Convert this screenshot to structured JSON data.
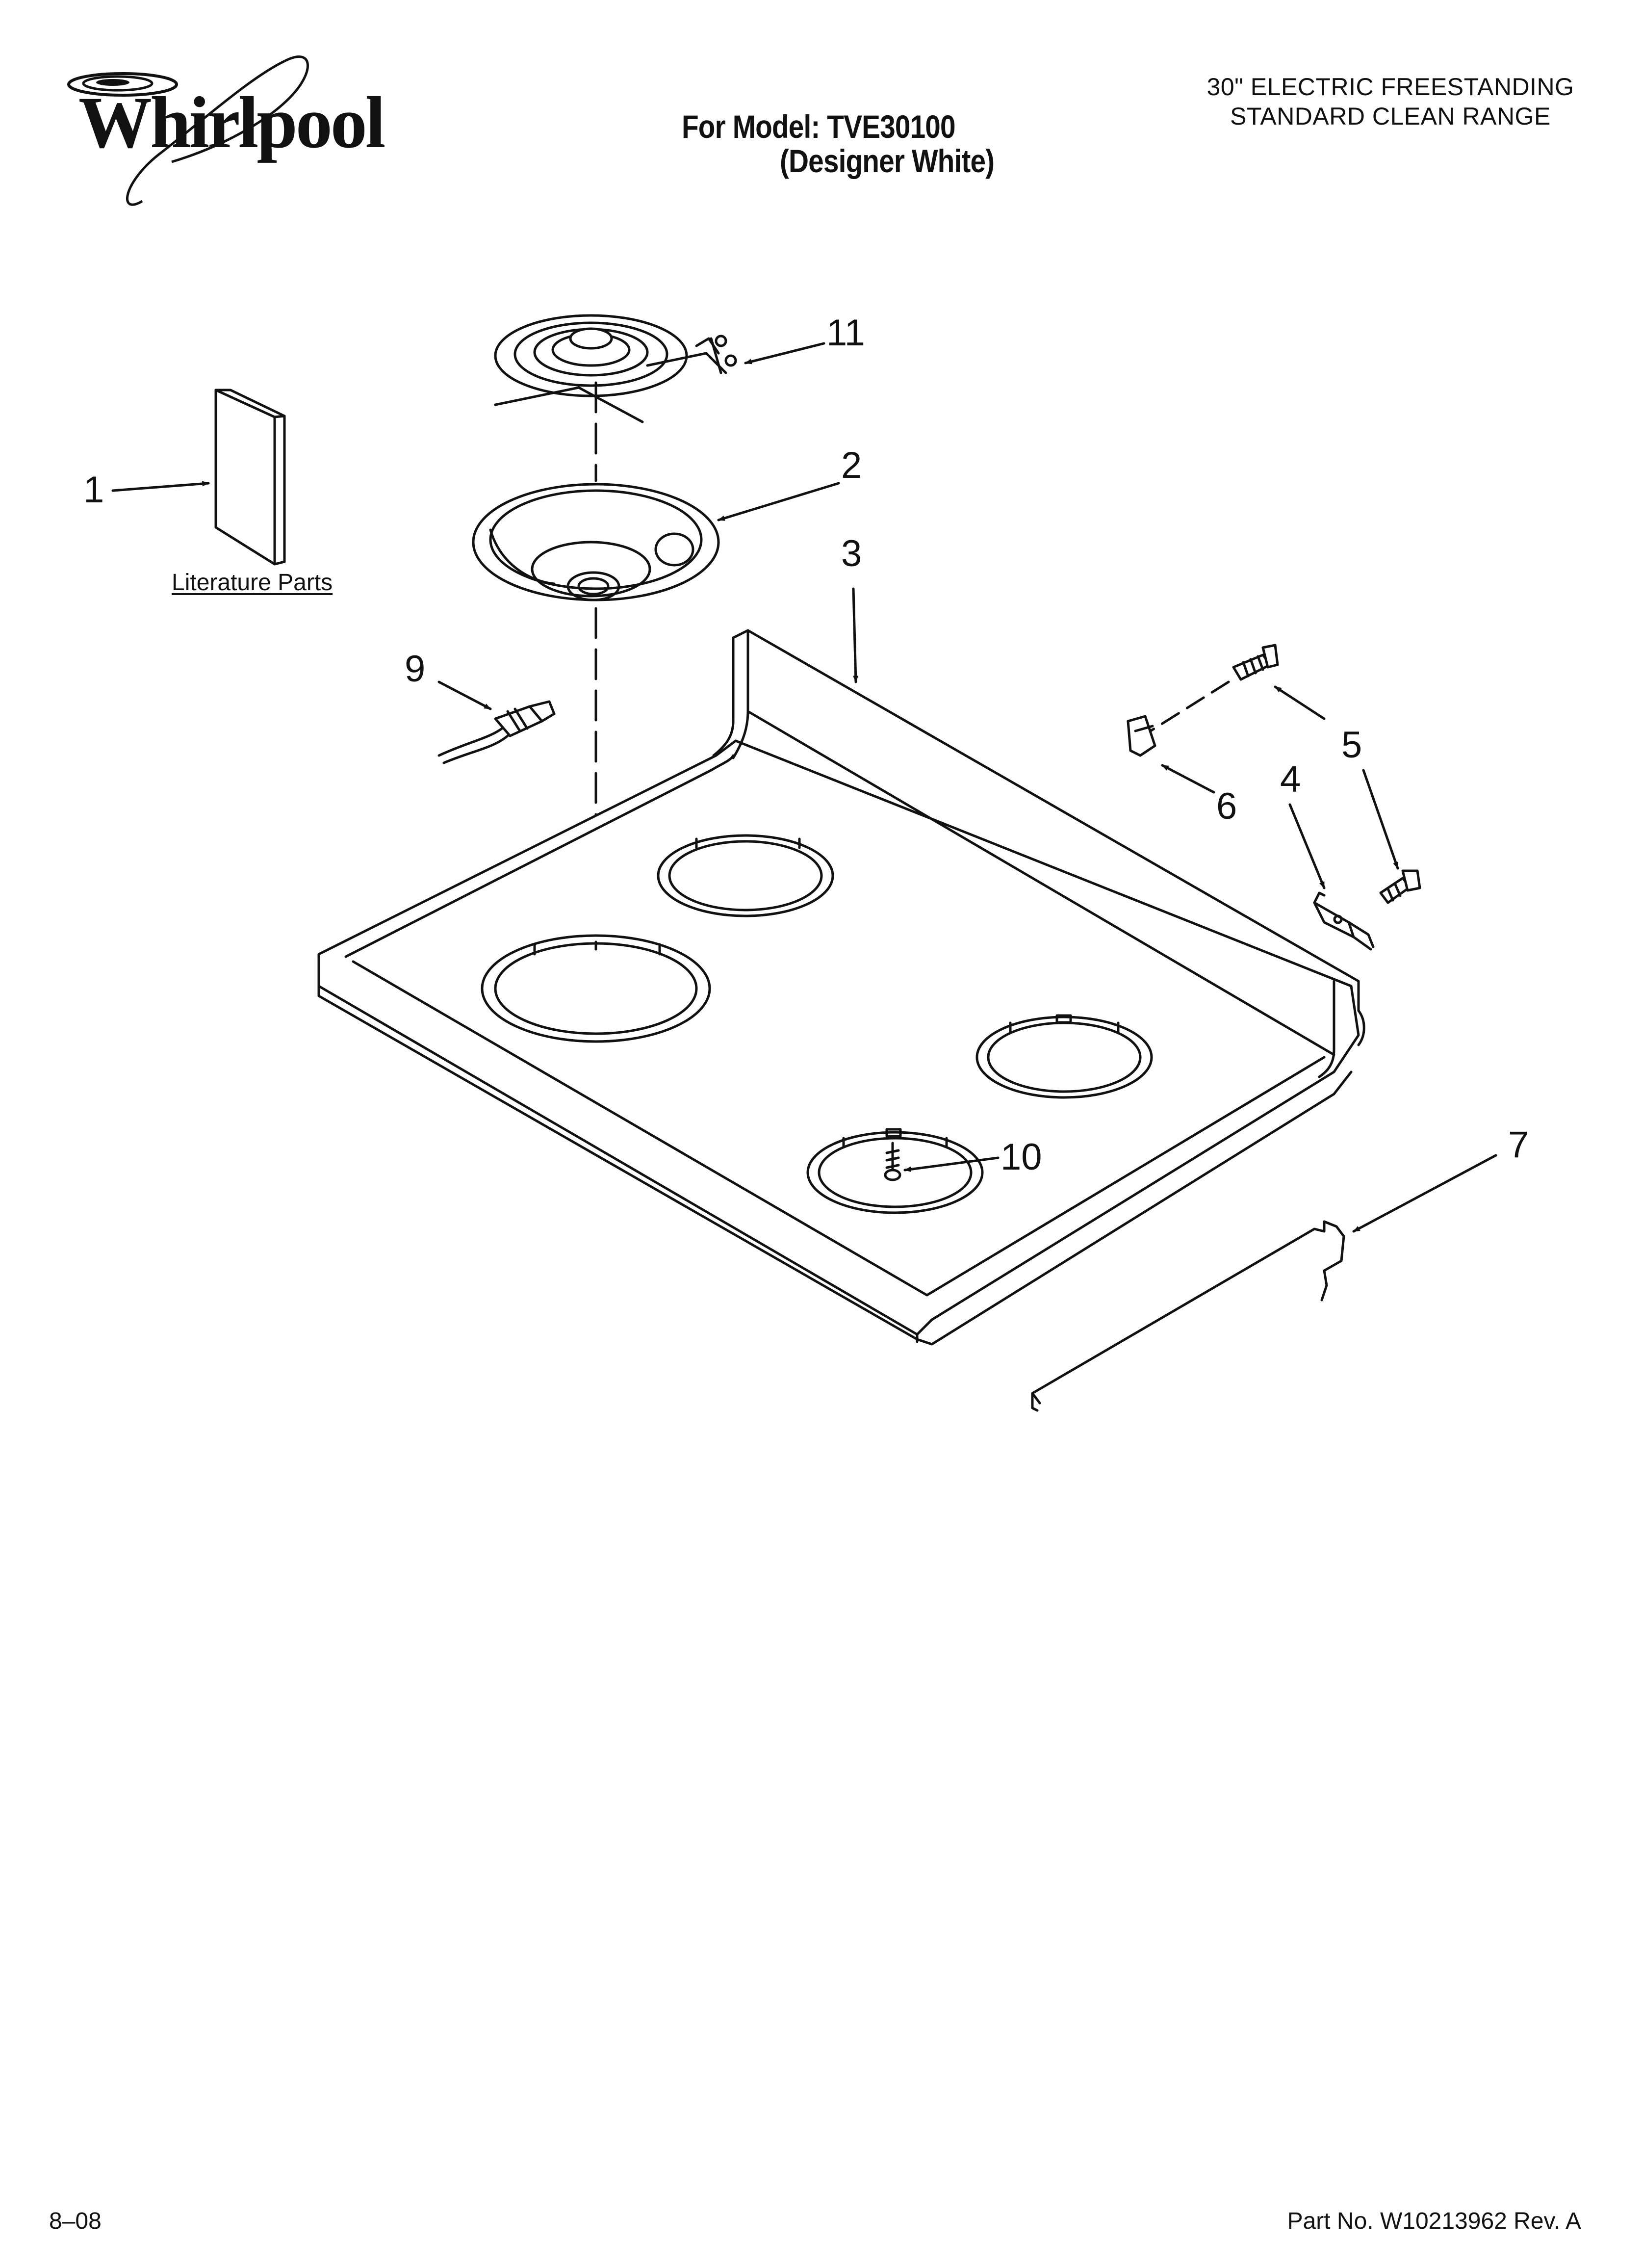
{
  "brand": {
    "logo_text": "Whirlpool"
  },
  "header": {
    "model_label": "For Model: TVE30100",
    "model_variant": "(Designer White)",
    "title_line_1": "30\" ELECTRIC FREESTANDING",
    "title_line_2": "STANDARD CLEAN RANGE"
  },
  "diagram": {
    "literature_label": "Literature Parts",
    "callouts": {
      "c1": "1",
      "c2": "2",
      "c3": "3",
      "c4": "4",
      "c5": "5",
      "c6": "6",
      "c7": "7",
      "c9": "9",
      "c10": "10",
      "c11": "11"
    }
  },
  "footer": {
    "date": "8–08",
    "part_number": "Part No. W10213962 Rev. A"
  },
  "colors": {
    "ink": "#111111",
    "paper": "#ffffff"
  }
}
